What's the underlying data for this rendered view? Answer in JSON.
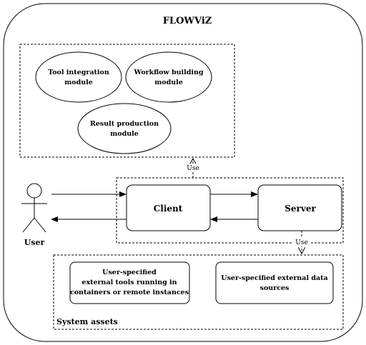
{
  "title": "FLOWViZ",
  "modules": {
    "tool_integration": [
      "Tool integration",
      "module"
    ],
    "workflow_building": [
      "Workflow building",
      "module"
    ],
    "result_production": [
      "Result production",
      "module"
    ]
  },
  "actor": {
    "label": "User"
  },
  "nodes": {
    "client": "Client",
    "server": "Server"
  },
  "edges": {
    "client_modules_use": "Use",
    "server_assets_use": "Use"
  },
  "assets": {
    "label": "System assets",
    "external_tools": [
      "User-specified",
      "external tools running in",
      "containers or remote instances"
    ],
    "external_data": [
      "User-specified external data",
      "sources"
    ]
  }
}
